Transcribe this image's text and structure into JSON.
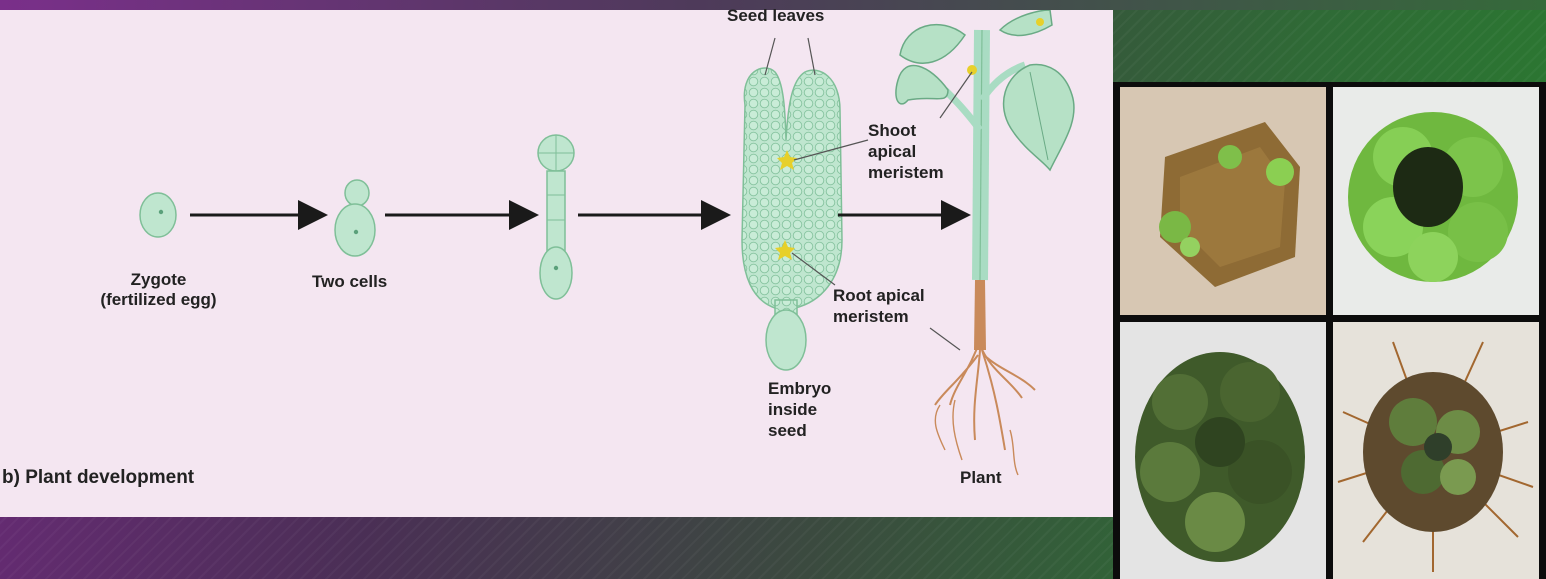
{
  "diagram": {
    "caption": "b)  Plant development",
    "labels": {
      "seed_leaves": "Seed leaves",
      "shoot_apical_meristem": "Shoot\napical\nmeristem",
      "zygote": "Zygote\n(fertilized egg)",
      "two_cells": "Two cells",
      "root_apical_meristem": "Root apical\nmeristem",
      "embryo": "Embryo\ninside\nseed",
      "plant": "Plant"
    }
  },
  "colors": {
    "panel_background": "#f4e6f1",
    "cell_fill": "#bfe6cf",
    "cell_stroke": "#7fbf98",
    "meristem": "#e7d02a",
    "stem": "#a9dcc3",
    "root": "#c98a5b"
  }
}
